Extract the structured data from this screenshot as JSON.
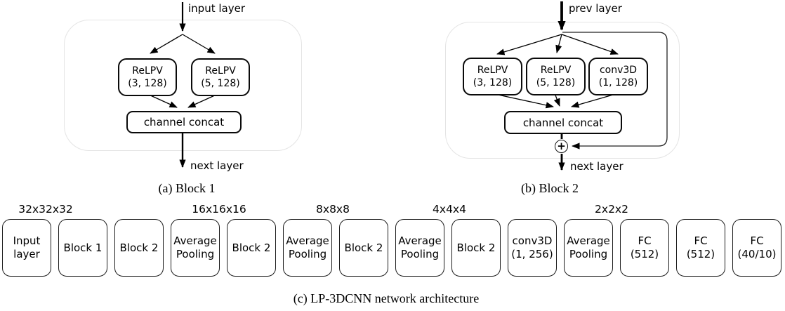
{
  "captions": {
    "a": "(a) Block 1",
    "b": "(b) Block 2",
    "c": "(c) LP-3DCNN network architecture"
  },
  "block1": {
    "input_label": "input layer",
    "output_label": "next layer",
    "concat_label": "channel concat",
    "nodes": [
      {
        "line1": "ReLPV",
        "line2": "(3, 128)"
      },
      {
        "line1": "ReLPV",
        "line2": "(5, 128)"
      }
    ]
  },
  "block2": {
    "input_label": "prev layer",
    "output_label": "next layer",
    "concat_label": "channel concat",
    "sum_symbol": "+",
    "nodes": [
      {
        "line1": "ReLPV",
        "line2": "(3, 128)"
      },
      {
        "line1": "ReLPV",
        "line2": "(5, 128)"
      },
      {
        "line1": "conv3D",
        "line2": "(1, 128)"
      }
    ]
  },
  "pipeline": {
    "dim_labels": [
      {
        "text": "32x32x32"
      },
      {
        "text": "16x16x16"
      },
      {
        "text": "8x8x8"
      },
      {
        "text": "4x4x4"
      },
      {
        "text": "2x2x2"
      }
    ],
    "stages": [
      {
        "line1": "Input",
        "line2": "layer"
      },
      {
        "line1": "Block 1",
        "line2": ""
      },
      {
        "line1": "Block 2",
        "line2": ""
      },
      {
        "line1": "Average",
        "line2": "Pooling"
      },
      {
        "line1": "Block 2",
        "line2": ""
      },
      {
        "line1": "Average",
        "line2": "Pooling"
      },
      {
        "line1": "Block 2",
        "line2": ""
      },
      {
        "line1": "Average",
        "line2": "Pooling"
      },
      {
        "line1": "Block 2",
        "line2": ""
      },
      {
        "line1": "conv3D",
        "line2": "(1, 256)"
      },
      {
        "line1": "Average",
        "line2": "Pooling"
      },
      {
        "line1": "FC",
        "line2": "(512)"
      },
      {
        "line1": "FC",
        "line2": "(512)"
      },
      {
        "line1": "FC",
        "line2": "(40/10)"
      }
    ]
  }
}
